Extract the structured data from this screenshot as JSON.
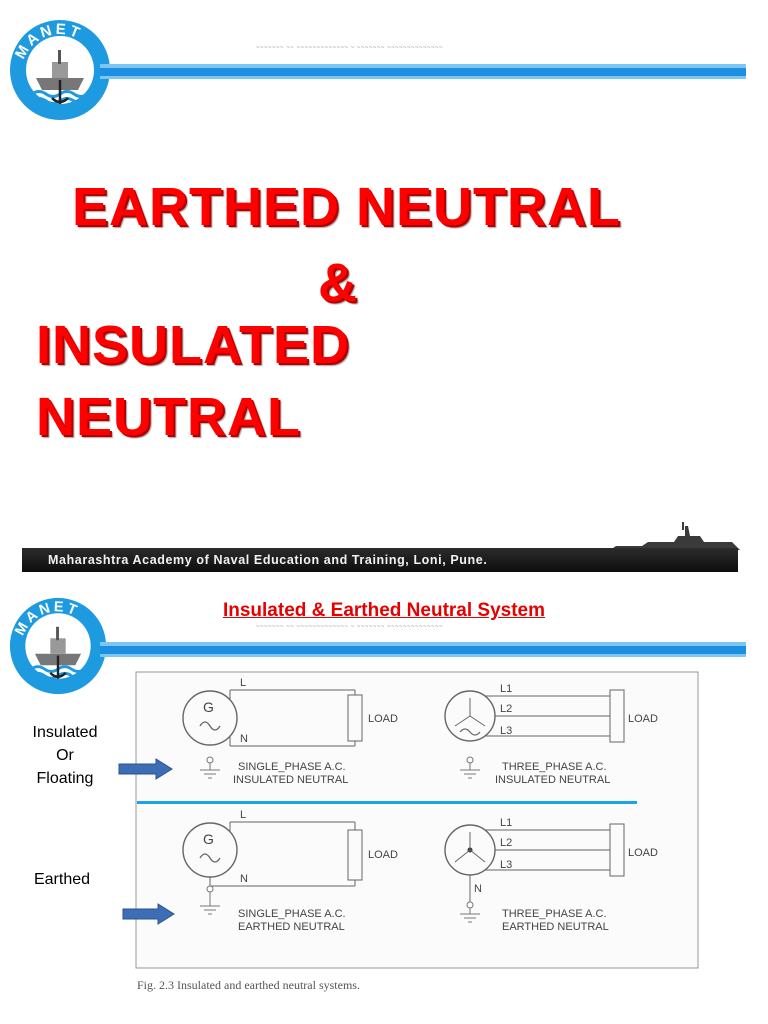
{
  "slide1": {
    "title_lines": [
      "EARTHED NEUTRAL",
      "&",
      "INSULATED",
      "NEUTRAL"
    ],
    "footer": "Maharashtra Academy of Naval Education and Training, Loni, Pune."
  },
  "slide2": {
    "title": "Insulated & Earthed Neutral System",
    "labels": {
      "insulated": [
        "Insulated",
        "Or",
        "Floating"
      ],
      "earthed": "Earthed"
    },
    "diagram": {
      "generator": "G",
      "L": "L",
      "N": "N",
      "L1": "L1",
      "L2": "L2",
      "L3": "L3",
      "load": "LOAD",
      "single_phase": "SINGLE_PHASE A.C.",
      "three_phase": "THREE_PHASE A.C.",
      "insulated_neutral": "INSULATED NEUTRAL",
      "earthed_neutral": "EARTHED NEUTRAL",
      "caption": "Fig. 2.3 Insulated and earthed neutral systems."
    }
  },
  "logo": {
    "text": "MANET"
  },
  "colors": {
    "title_red": "#ff0000",
    "band_blue": "#1d8fe0",
    "arrow_blue": "#3d6eb5",
    "divider": "#1aa3e8"
  }
}
